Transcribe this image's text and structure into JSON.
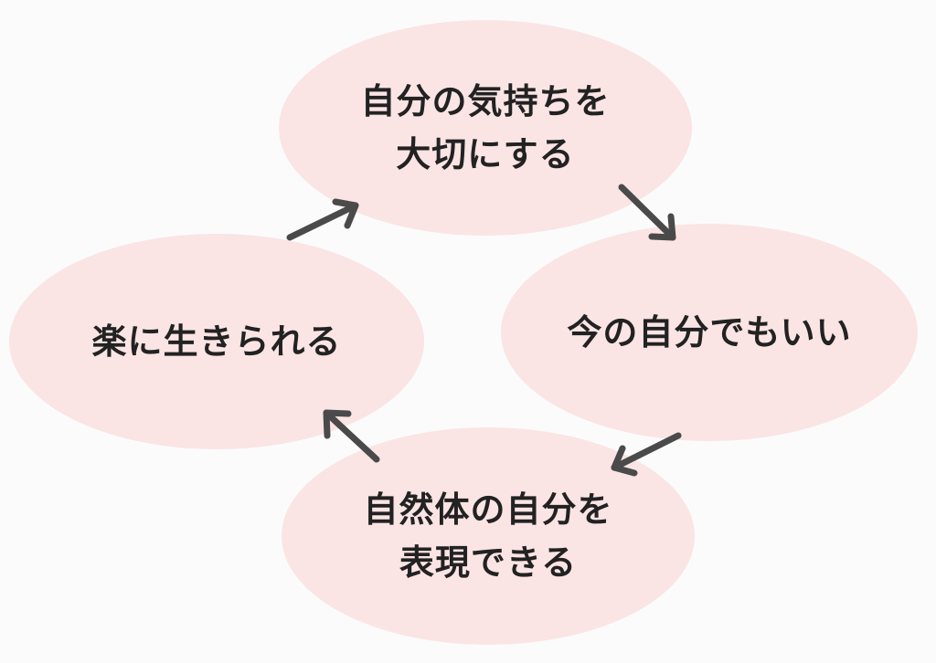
{
  "diagram": {
    "nodes": [
      {
        "lines": [
          "自分の気持ちを",
          "大切にする"
        ]
      },
      {
        "lines": [
          "今の自分でもいい"
        ]
      },
      {
        "lines": [
          "自然体の自分を",
          "表現できる"
        ]
      },
      {
        "lines": [
          "楽に生きられる"
        ]
      }
    ],
    "colors": {
      "background": "#fbfbfb",
      "node_fill": "#fbe4e4",
      "text": "#222222",
      "arrow": "#4a4a4a"
    }
  }
}
